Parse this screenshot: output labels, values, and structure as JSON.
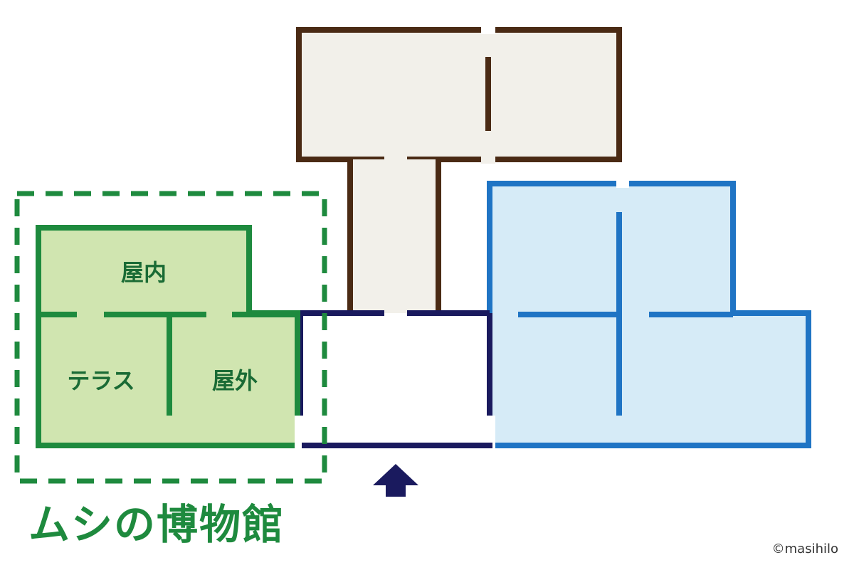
{
  "title": "ムシの博物館",
  "credit": "©masihilo",
  "rooms": {
    "indoor": "屋内",
    "terrace": "テラス",
    "outdoor": "屋外"
  },
  "colors": {
    "green_stroke": "#1e8a3e",
    "green_fill": "#d0e5b0",
    "brown_stroke": "#4a2a14",
    "brown_fill": "#f2f0ea",
    "navy": "#1a1a5e",
    "blue_stroke": "#1f74c4",
    "blue_fill": "#d6ebf7"
  },
  "icons": {
    "entrance": "up-arrow-icon"
  }
}
